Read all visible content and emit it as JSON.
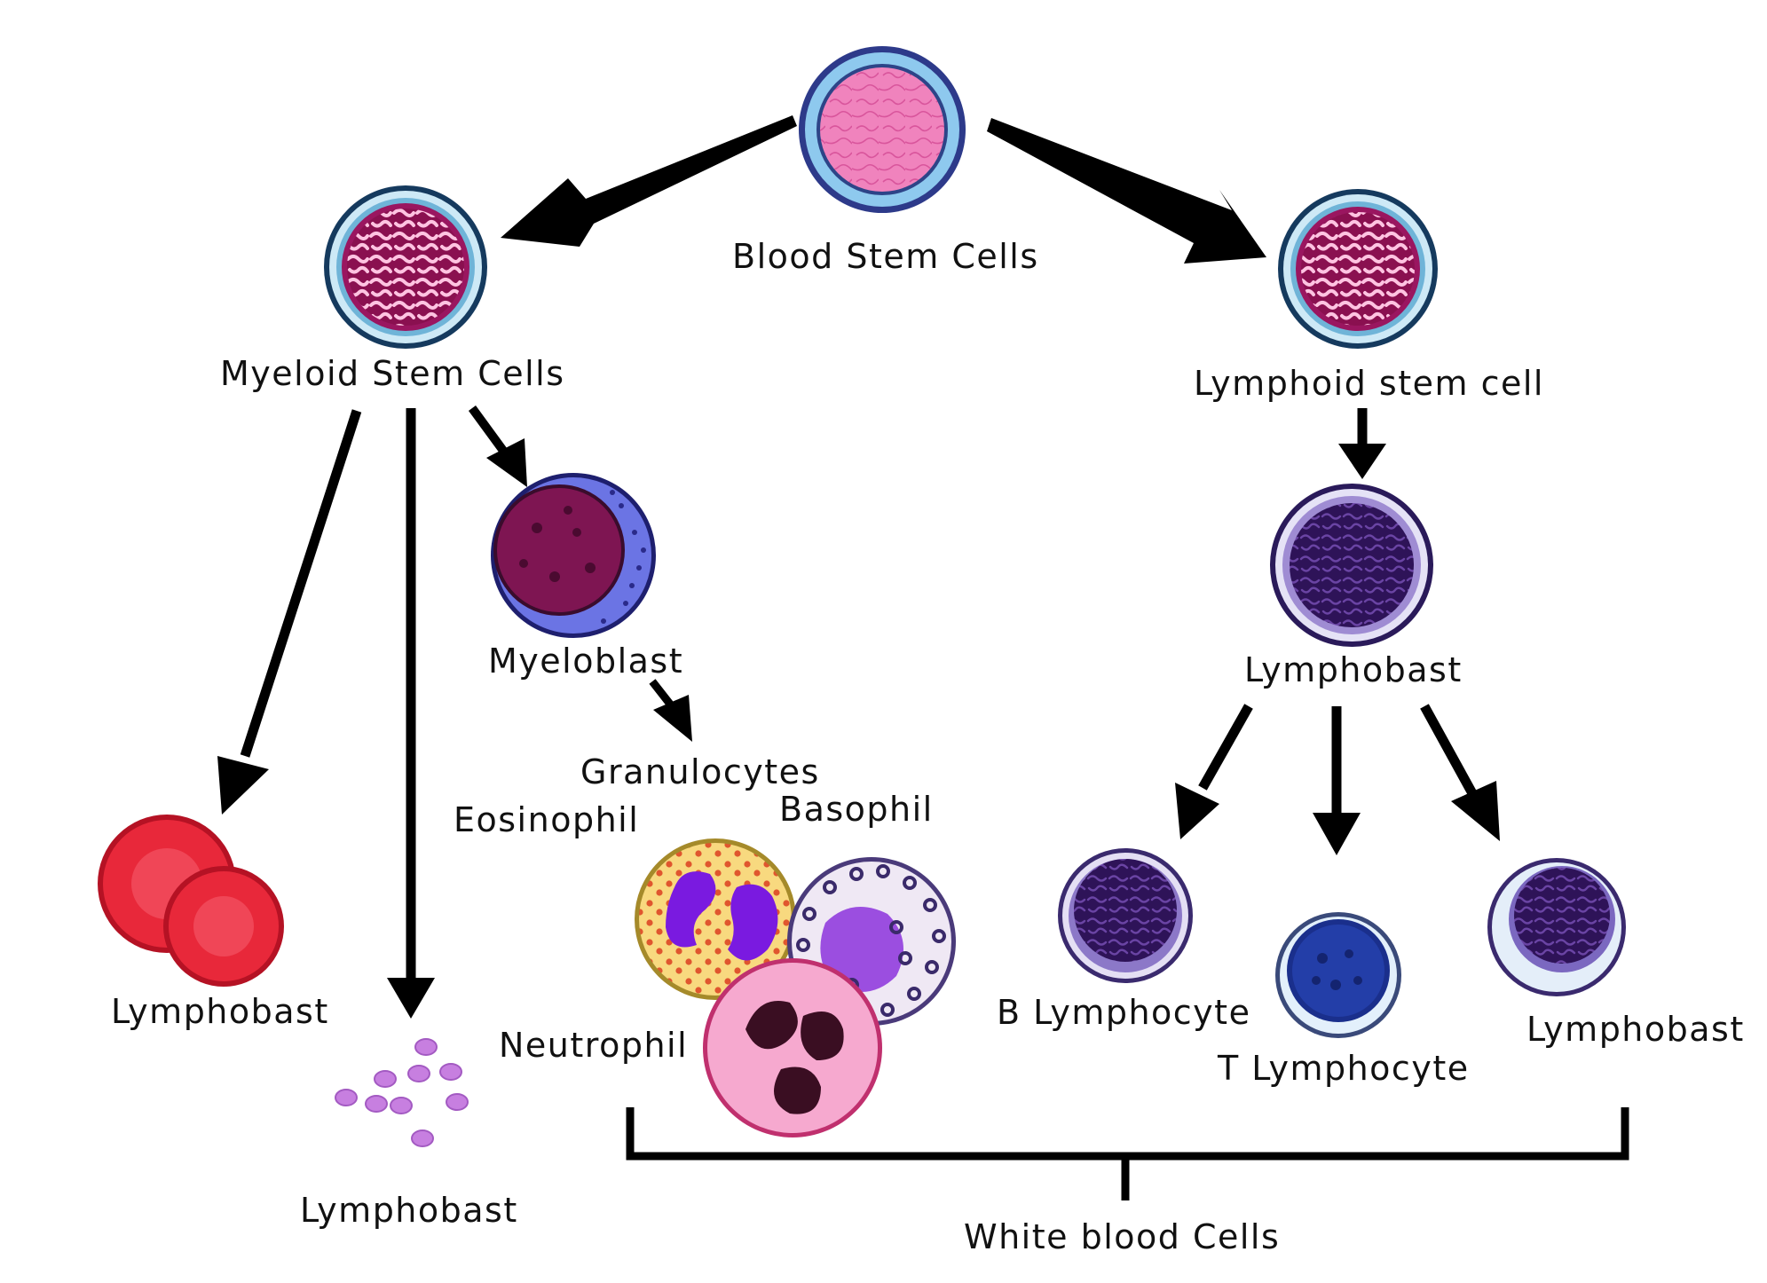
{
  "labels": {
    "blood_stem_cells": "Blood Stem Cells",
    "myeloid_stem_cells": "Myeloid Stem Cells",
    "lymphoid_stem_cell": "Lymphoid stem cell",
    "myeloblast": "Myeloblast",
    "lymphobast_right_top": "Lymphobast",
    "granulocytes": "Granulocytes",
    "eosinophil": "Eosinophil",
    "basophil": "Basophil",
    "neutrophil": "Neutrophil",
    "lymphobast_red_cells": "Lymphobast",
    "lymphobast_platelets": "Lymphobast",
    "b_lymphocyte": "B Lymphocyte",
    "t_lymphocyte": "T Lymphocyte",
    "lymphobast_right_bottom": "Lymphobast",
    "white_blood_cells": "White blood Cells"
  },
  "colors": {
    "arrow": "#000000",
    "stem_cell_fill": "#f07ab8",
    "stem_cell_ring": "#7ec8ec",
    "nucleus_magenta": "#b0185e",
    "myeloblast_ring": "#6f6fe0",
    "myeloblast_nucleus": "#7a1550",
    "lymph_nucleus": "#3d1a6e",
    "red_cell": "#e8283a",
    "platelet": "#c77fe0",
    "eosinophil_fill": "#f7d67a",
    "basophil_dots": "#3a2a6a",
    "neutrophil_fill": "#f6a9cf",
    "neutrophil_nucleus": "#3a0e22"
  }
}
